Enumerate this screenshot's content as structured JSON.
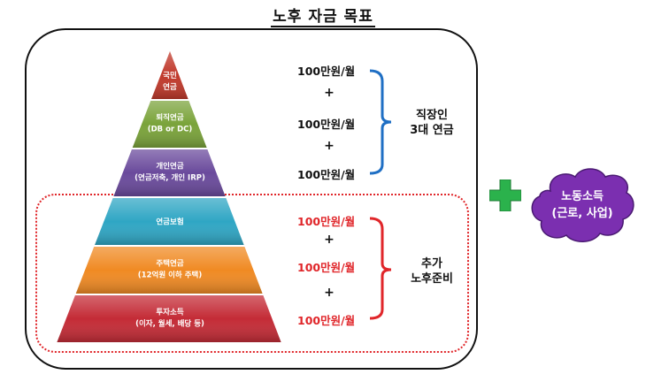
{
  "title": "노후 자금 목표",
  "pyramid": {
    "levels": [
      {
        "line1": "국민",
        "line2": "연금",
        "color": "#c0392b"
      },
      {
        "line1": "퇴직연금",
        "line2": "(DB or DC)",
        "color": "#7aa33a"
      },
      {
        "line1": "개인연금",
        "line2": "(연금저축, 개인 IRP)",
        "color": "#6a4a9c"
      },
      {
        "line1": "연금보험",
        "line2": "",
        "color": "#2fa6c4"
      },
      {
        "line1": "주택연금",
        "line2": "(12억원 이하 주택)",
        "color": "#f08a23"
      },
      {
        "line1": "투자소득",
        "line2": "(이자, 월세, 배당 등)",
        "color": "#c42b36"
      }
    ]
  },
  "amounts": {
    "a1": "100만원/월",
    "a2": "100만원/월",
    "a3": "100만원/월",
    "a4": "100만원/월",
    "a5": "100만원/월",
    "a6": "100만원/월",
    "plus": "+"
  },
  "groups": {
    "top": {
      "line1": "직장인",
      "line2": "3대 연금",
      "bracket_color": "#1f6fc4"
    },
    "bottom": {
      "line1": "추가",
      "line2": "노후준비",
      "bracket_color": "#e0262a"
    }
  },
  "extra": {
    "cross_color": "#2bb24c",
    "cloud_color": "#7b2fb0",
    "cloud_line1": "노동소득",
    "cloud_line2": "(근로, 사업)"
  }
}
